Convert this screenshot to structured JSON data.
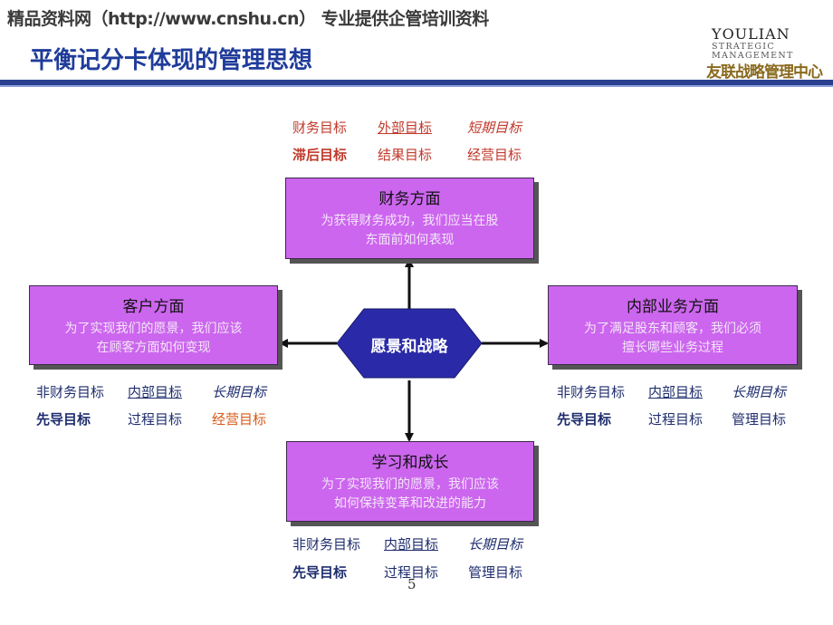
{
  "header": {
    "watermark": "精品资料网（http://www.cnshu.cn） 专业提供企管培训资料",
    "title": "平衡记分卡体现的管理思想",
    "brand_line1": "YOULIAN",
    "brand_line2": "STRATEGIC",
    "brand_line3": "MANAGEMENT",
    "brand_cn": "友联战略管理中心"
  },
  "center": {
    "label": "愿景和战略"
  },
  "finance": {
    "title": "财务方面",
    "desc_line1": "为获得财务成功，我们应当在股",
    "desc_line2": "东面前如何表现",
    "labels": [
      "财务目标",
      "外部目标",
      "短期目标",
      "滞后目标",
      "结果目标",
      "经营目标"
    ]
  },
  "customer": {
    "title": "客户方面",
    "desc_line1": "为了实现我们的愿景，我们应该",
    "desc_line2": "在顾客方面如何变现",
    "labels": [
      "非财务目标",
      "内部目标",
      "长期目标",
      "先导目标",
      "过程目标",
      "经营目标"
    ]
  },
  "internal": {
    "title": "内部业务方面",
    "desc_line1": "为了满足股东和顾客，我们必须",
    "desc_line2": "擅长哪些业务过程",
    "labels": [
      "非财务目标",
      "内部目标",
      "长期目标",
      "先导目标",
      "过程目标",
      "管理目标"
    ]
  },
  "learning": {
    "title": "学习和成长",
    "desc_line1": "为了实现我们的愿景，我们应该",
    "desc_line2": "如何保持变革和改进的能力",
    "labels": [
      "非财务目标",
      "内部目标",
      "长期目标",
      "先导目标",
      "过程目标",
      "管理目标"
    ]
  },
  "footer": {
    "page_number": "5"
  },
  "colors": {
    "title": "#1f3c9a",
    "box_fill": "#cc66ee",
    "hexagon": "#2a2aa8",
    "band": "#2a3f8f"
  }
}
